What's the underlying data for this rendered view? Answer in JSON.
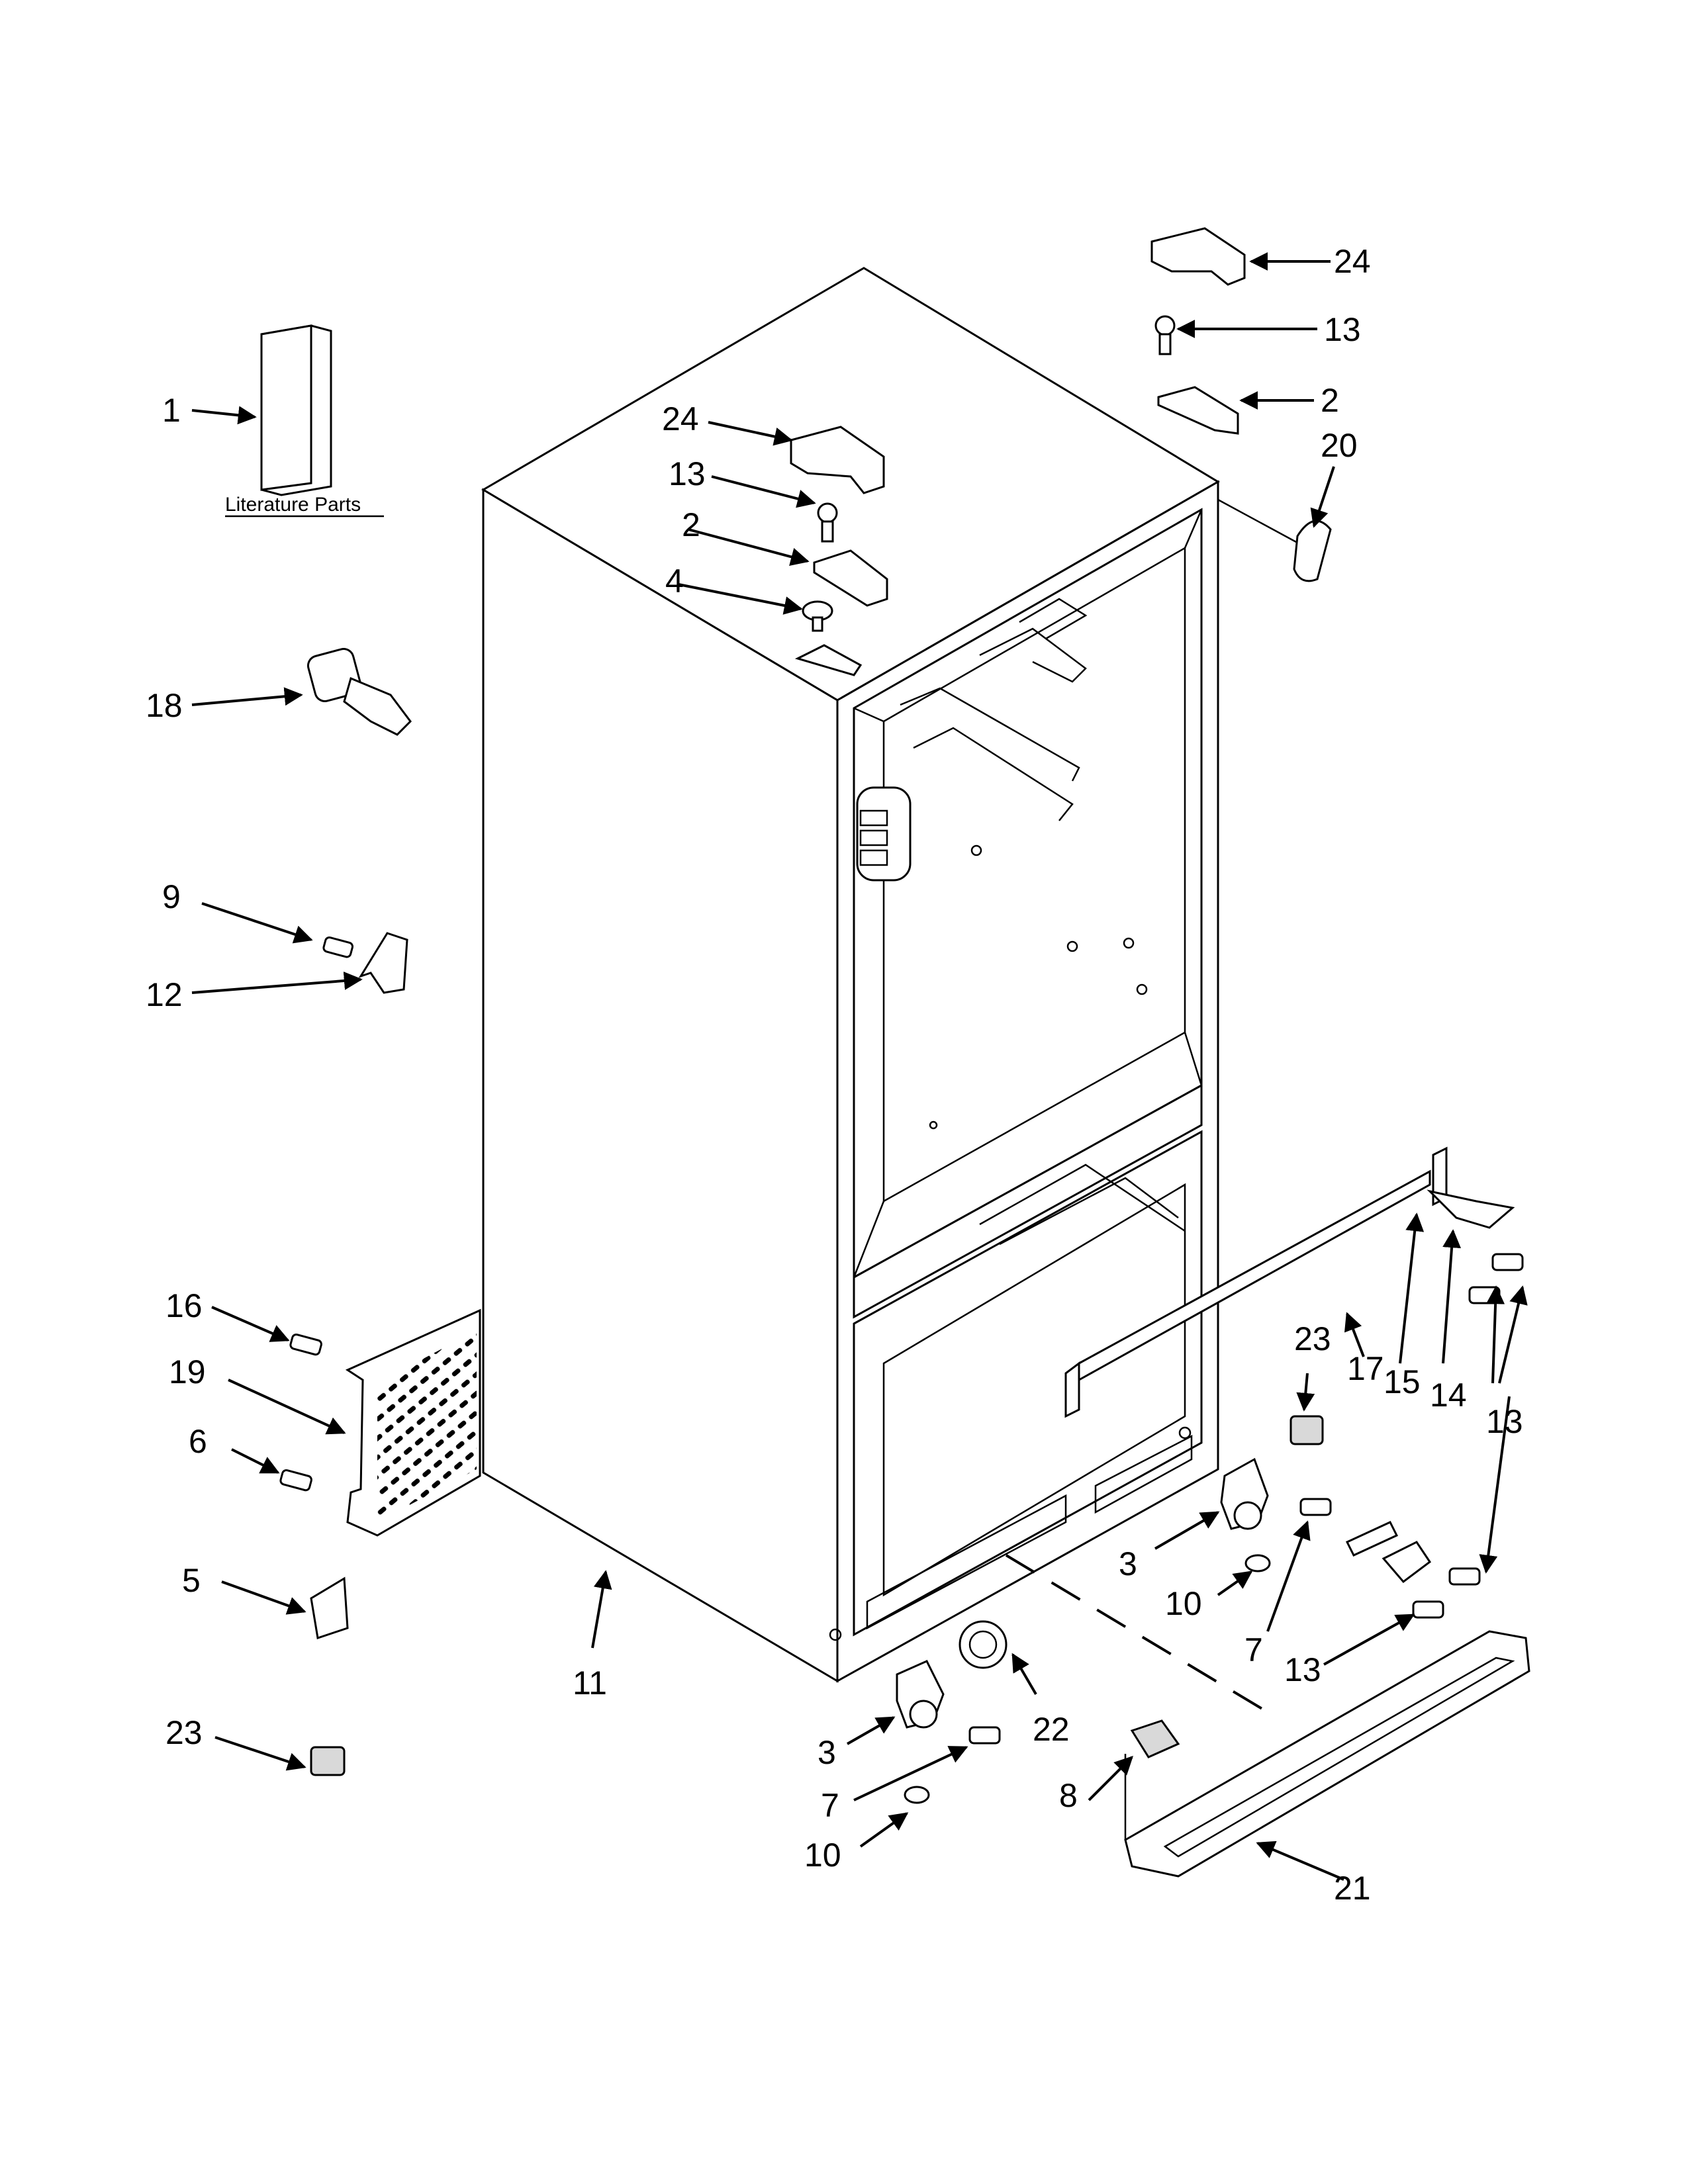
{
  "diagram": {
    "literature_label": "Literature Parts",
    "callouts": [
      {
        "id": "c24a",
        "text": "24"
      },
      {
        "id": "c13a",
        "text": "13"
      },
      {
        "id": "c2a",
        "text": "2"
      },
      {
        "id": "c20",
        "text": "20"
      },
      {
        "id": "c1",
        "text": "1"
      },
      {
        "id": "c24b",
        "text": "24"
      },
      {
        "id": "c13b",
        "text": "13"
      },
      {
        "id": "c2b",
        "text": "2"
      },
      {
        "id": "c4",
        "text": "4"
      },
      {
        "id": "c18",
        "text": "18"
      },
      {
        "id": "c9",
        "text": "9"
      },
      {
        "id": "c12",
        "text": "12"
      },
      {
        "id": "c16",
        "text": "16"
      },
      {
        "id": "c19",
        "text": "19"
      },
      {
        "id": "c6",
        "text": "6"
      },
      {
        "id": "c5",
        "text": "5"
      },
      {
        "id": "c23a",
        "text": "23"
      },
      {
        "id": "c11",
        "text": "11"
      },
      {
        "id": "c23b",
        "text": "23"
      },
      {
        "id": "c17",
        "text": "17"
      },
      {
        "id": "c15a",
        "text": "15"
      },
      {
        "id": "c14a",
        "text": "14"
      },
      {
        "id": "c13c",
        "text": "13"
      },
      {
        "id": "c3a",
        "text": "3"
      },
      {
        "id": "c10a",
        "text": "10"
      },
      {
        "id": "c7a",
        "text": "7"
      },
      {
        "id": "c13d",
        "text": "13"
      },
      {
        "id": "c22",
        "text": "22"
      },
      {
        "id": "c3b",
        "text": "3"
      },
      {
        "id": "c7b",
        "text": "7"
      },
      {
        "id": "c10b",
        "text": "10"
      },
      {
        "id": "c8",
        "text": "8"
      },
      {
        "id": "c21",
        "text": "21"
      }
    ]
  }
}
